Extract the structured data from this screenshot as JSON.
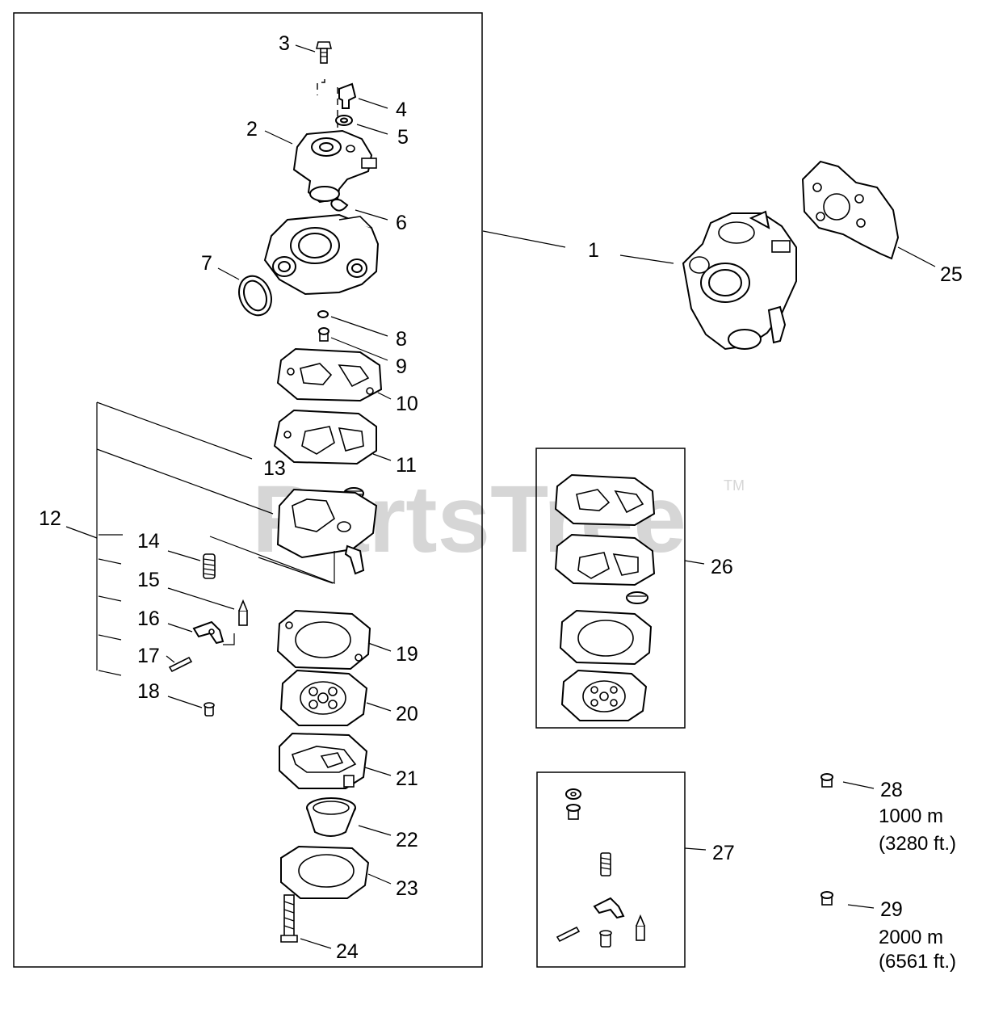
{
  "watermark": {
    "text": "PartsTree",
    "trademark": "TM"
  },
  "callouts": {
    "c1": "1",
    "c2": "2",
    "c3": "3",
    "c4": "4",
    "c5": "5",
    "c6": "6",
    "c7": "7",
    "c8": "8",
    "c9": "9",
    "c10": "10",
    "c11": "11",
    "c12": "12",
    "c13": "13",
    "c14": "14",
    "c15": "15",
    "c16": "16",
    "c17": "17",
    "c18": "18",
    "c19": "19",
    "c20": "20",
    "c21": "21",
    "c22": "22",
    "c23": "23",
    "c24": "24",
    "c25": "25",
    "c26": "26",
    "c27": "27",
    "c28": "28",
    "c29": "29"
  },
  "altitude_notes": {
    "part28": {
      "altitude": "1000 m",
      "feet": "(3280 ft.)"
    },
    "part29": {
      "altitude": "2000 m",
      "feet": "(6561 ft.)"
    }
  }
}
